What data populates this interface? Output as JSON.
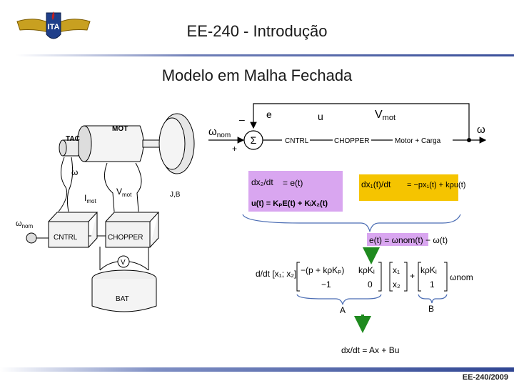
{
  "header": {
    "title": "EE-240 - Introdução",
    "logo_text": "ITA"
  },
  "subtitle": "Modelo em Malha Fechada",
  "block_diagram": {
    "input_symbol": "ω",
    "input_sub": "nom",
    "minus_sign": "–",
    "plus_sign": "+",
    "sum_symbol": "Σ",
    "error_label": "e",
    "control_label": "u",
    "vmot_label": "V",
    "vmot_sub": "mot",
    "output_label": "ω",
    "blocks": [
      "CNTRL",
      "CHOPPER",
      "Motor + Carga"
    ]
  },
  "hardware": {
    "tac": "TAC",
    "mot": "MOT",
    "omega": "ω",
    "imot": "I",
    "imot_sub": "mot",
    "vmot": "V",
    "vmot_sub": "mot",
    "jb": "J,B",
    "omega_nom": "ω",
    "omega_nom_sub": "nom",
    "cntrl": "CNTRL",
    "chopper": "CHOPPER",
    "voltmeter": "V",
    "bat": "BAT"
  },
  "equations": {
    "ctrl_line1_lhs": "dx₂/dt",
    "ctrl_line1_rhs": "= e(t)",
    "ctrl_line2": "u(t) = KₚE(t) + KᵢX₂(t)",
    "motor_lhs": "dx₁(t)/dt",
    "motor_rhs": "= −px₁(t) + kρu(t)",
    "error_eq": "e(t) = ωnom(t) − ω(t)",
    "ss_lhs": "d/dt [x₁; x₂]",
    "ss_matrix_A": [
      [
        "−(p + kρKₚ)",
        "kρKᵢ"
      ],
      [
        "−1",
        "0"
      ]
    ],
    "ss_state": [
      "x₁",
      "x₂"
    ],
    "ss_matrix_B": [
      "kρKᵢ",
      "1"
    ],
    "ss_input": "ωnom",
    "label_A": "A",
    "label_B": "B",
    "final_eq": "dx/dt = Ax + Bu"
  },
  "footer": "EE-240/2009",
  "colors": {
    "purple_highlight": "#d9a6f0",
    "yellow_highlight": "#f5c400",
    "green_arrow": "#1f8a1f",
    "blue_bracket": "#4a6cb3"
  }
}
